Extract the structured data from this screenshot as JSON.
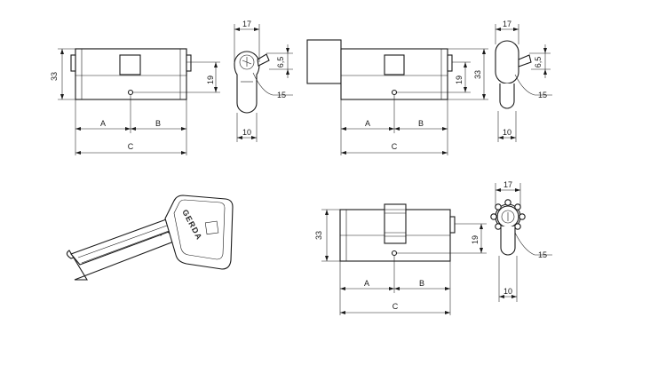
{
  "view1": {
    "height": "33",
    "hole": "19",
    "length_a": "A",
    "length_b": "B",
    "length_total": "C"
  },
  "view1_side": {
    "width": "17",
    "cam": "6,5",
    "radius": "15",
    "bottom": "10"
  },
  "view2": {
    "height": "33",
    "hole": "19",
    "length_a": "A",
    "length_b": "B",
    "length_total": "C"
  },
  "view2_side": {
    "width": "17",
    "cam": "6,5",
    "radius": "15",
    "bottom": "10"
  },
  "view3": {
    "height": "33",
    "hole": "19",
    "length_a": "A",
    "length_b": "B",
    "length_total": "C"
  },
  "view3_side": {
    "width": "17",
    "radius": "15",
    "bottom": "10"
  },
  "key": {
    "brand": "GERDA"
  }
}
